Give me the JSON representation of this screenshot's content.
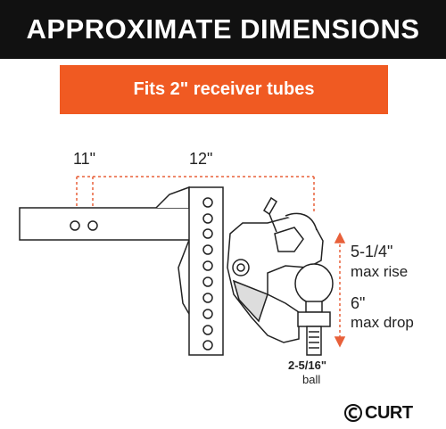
{
  "header": {
    "title": "APPROXIMATE DIMENSIONS",
    "background": "#111111"
  },
  "banner": {
    "text": "Fits 2\" receiver tubes",
    "color": "#f05a22"
  },
  "dimensions": {
    "hole_spacing": "11\"",
    "shank_length": "12\"",
    "rise_value": "5-1/4\"",
    "rise_label": "max rise",
    "drop_value": "6\"",
    "drop_label": "max drop",
    "ball_size": "2-5/16\"",
    "ball_label": "ball"
  },
  "logo": {
    "text": "CURT",
    "icon": "curt-logo-icon"
  },
  "colors": {
    "accent": "#f05a22",
    "dimension_line": "#e8603a"
  }
}
